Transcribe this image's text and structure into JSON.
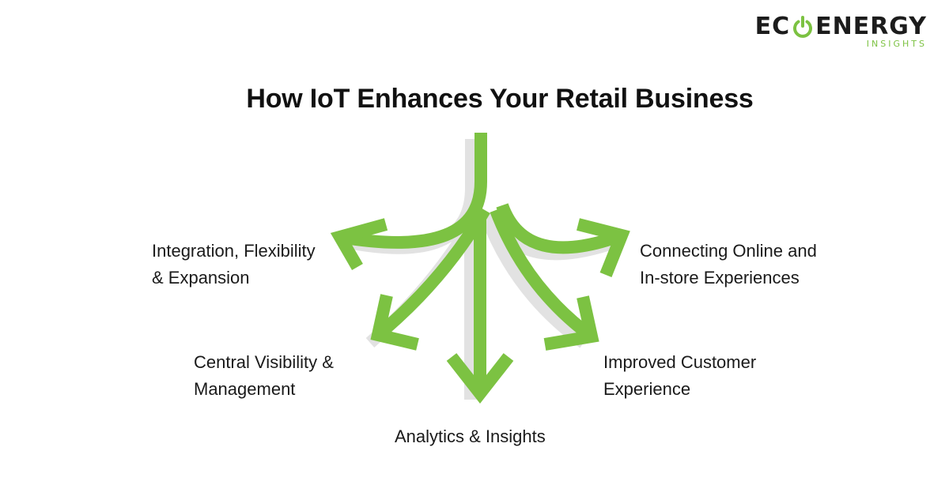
{
  "logo": {
    "part1": "EC",
    "part2": "ENERGY",
    "subtitle": "INSIGHTS",
    "icon": "power-icon"
  },
  "title": "How IoT Enhances Your Retail Business",
  "colors": {
    "arrow": "#7cc242",
    "shadow": "#e2e2e2",
    "text": "#1a1a1a"
  },
  "branches": [
    {
      "id": "integration",
      "lines": [
        "Integration, Flexibility",
        "& Expansion"
      ]
    },
    {
      "id": "central",
      "lines": [
        "Central Visibility &",
        "Management"
      ]
    },
    {
      "id": "analytics",
      "lines": [
        "Analytics & Insights"
      ]
    },
    {
      "id": "customer",
      "lines": [
        "Improved Customer",
        "Experience"
      ]
    },
    {
      "id": "connecting",
      "lines": [
        "Connecting Online and",
        "In-store Experiences"
      ]
    }
  ]
}
